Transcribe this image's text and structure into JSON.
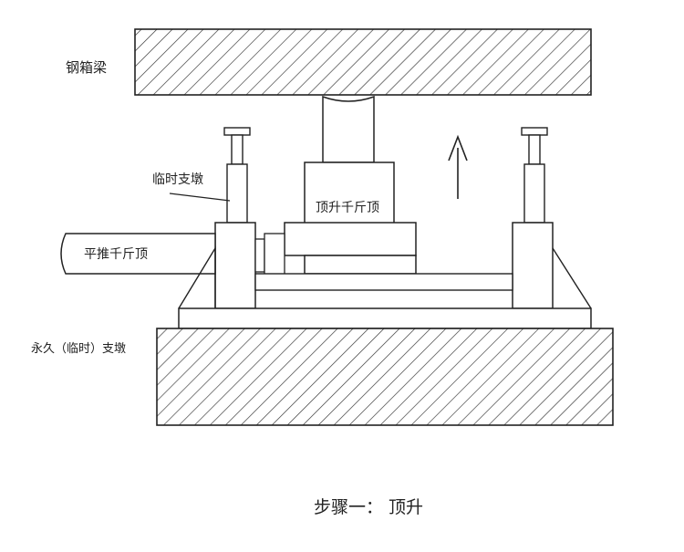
{
  "labels": {
    "steel_box_girder": "钢箱梁",
    "temporary_support": "临时支墩",
    "lifting_jack": "顶升千斤顶",
    "horizontal_push_jack": "平推千斤顶",
    "permanent_support": "永久（临时）支墩"
  },
  "caption": "步骤一：  顶升"
}
